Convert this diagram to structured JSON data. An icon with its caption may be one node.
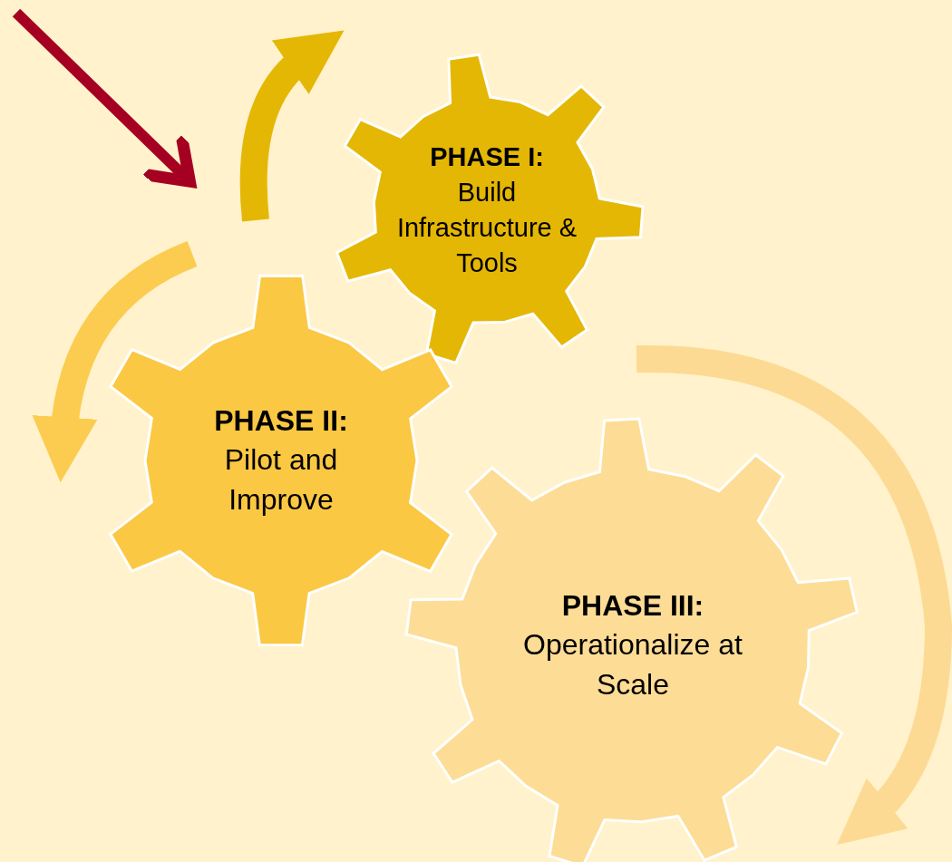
{
  "diagram": {
    "nodes": [
      {
        "text": [
          "PHASE I:",
          "Build Infrastructure & Tools"
        ]
      },
      {
        "text": [
          "PHASE II:",
          "Pilot and Improve"
        ]
      },
      {
        "text": [
          "PHASE III:",
          "Operationalize at Scale"
        ]
      }
    ]
  }
}
